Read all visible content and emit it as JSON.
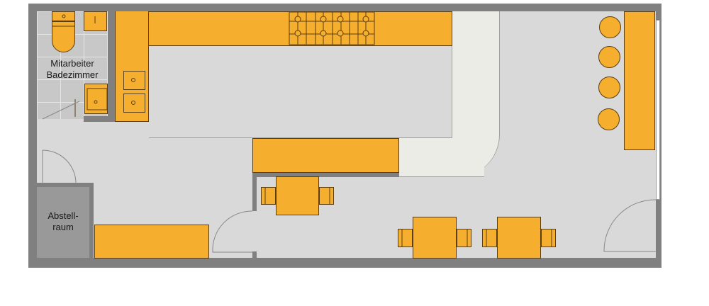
{
  "floorplan": {
    "rooms": [
      {
        "id": "staff-bathroom",
        "label_line1": "Mitarbeiter",
        "label_line2": "Badezimmer"
      },
      {
        "id": "storage-room",
        "label_line1": "Abstell-",
        "label_line2": "raum"
      }
    ],
    "colors": {
      "wall": "#808080",
      "floor": "#d9d9d9",
      "furniture": "#f5ae2d",
      "furniture_outline": "#5a3e12",
      "walkway": "#ecece7",
      "storage_floor": "#999999",
      "bathroom_tile": "#c8c8c8"
    },
    "stove_burners": 8,
    "bar_stools": 4,
    "dining_tables": 3,
    "chairs_per_table": 2
  }
}
